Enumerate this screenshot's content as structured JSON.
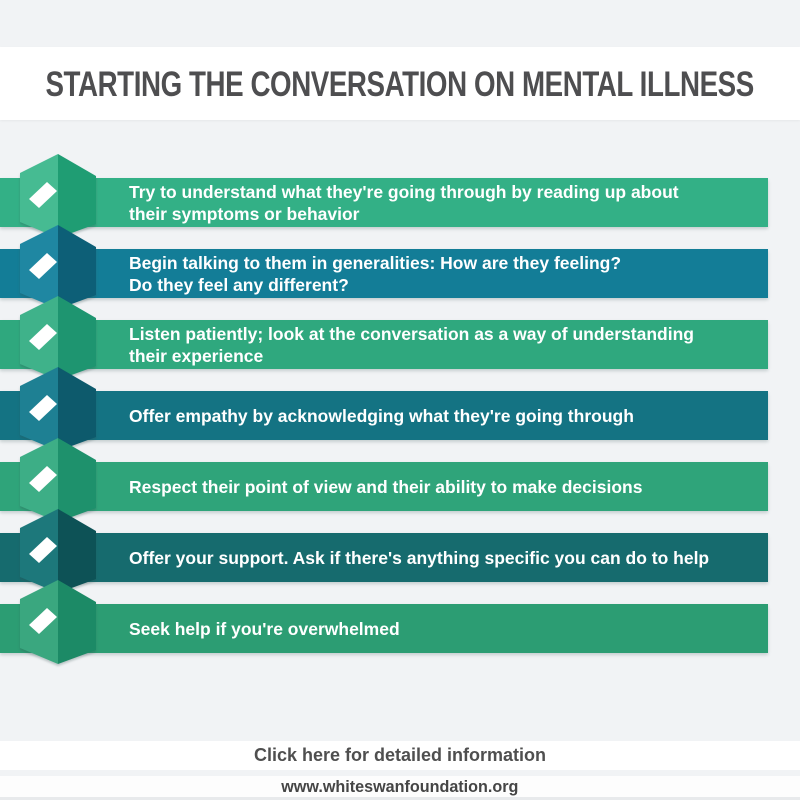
{
  "page": {
    "title": "STARTING THE CONVERSATION ON MENTAL ILLNESS",
    "title_color": "#4e4e50",
    "background_color": "#f1f3f5",
    "band_color": "#ffffff"
  },
  "icon": {
    "name": "chevron-ribbon-with-diamond",
    "diamond_color": "#ffffff"
  },
  "rows": [
    {
      "text": "Try to understand what they're going through by reading up about\ntheir symptoms or behavior",
      "colors": {
        "bar": "#33b086",
        "light": "#46bb92",
        "dark": "#1f9d73"
      }
    },
    {
      "text": "Begin talking to them in generalities: How are they feeling?\nDo they feel any different?",
      "colors": {
        "bar": "#137d97",
        "light": "#1f87a2",
        "dark": "#0d5f77"
      }
    },
    {
      "text": "Listen patiently; look at the conversation as a way of understanding\ntheir experience",
      "colors": {
        "bar": "#2fa87e",
        "light": "#3fb28a",
        "dark": "#1e9570"
      }
    },
    {
      "text": "Offer empathy by acknowledging what they're going through",
      "colors": {
        "bar": "#147383",
        "light": "#1e8093",
        "dark": "#0d5a6c"
      }
    },
    {
      "text": "Respect their point of view and their ability to make decisions",
      "colors": {
        "bar": "#2fa47a",
        "light": "#3dae86",
        "dark": "#1e916c"
      }
    },
    {
      "text": "Offer your support. Ask if there's anything specific you can do to help",
      "colors": {
        "bar": "#166b6e",
        "light": "#1d787b",
        "dark": "#0d5256"
      }
    },
    {
      "text": "Seek help if you're overwhelmed",
      "colors": {
        "bar": "#2c9d73",
        "light": "#3aa77f",
        "dark": "#1c8a66"
      }
    }
  ],
  "footer": {
    "cta": "Click here for detailed information",
    "url": "www.whiteswanfoundation.org"
  }
}
